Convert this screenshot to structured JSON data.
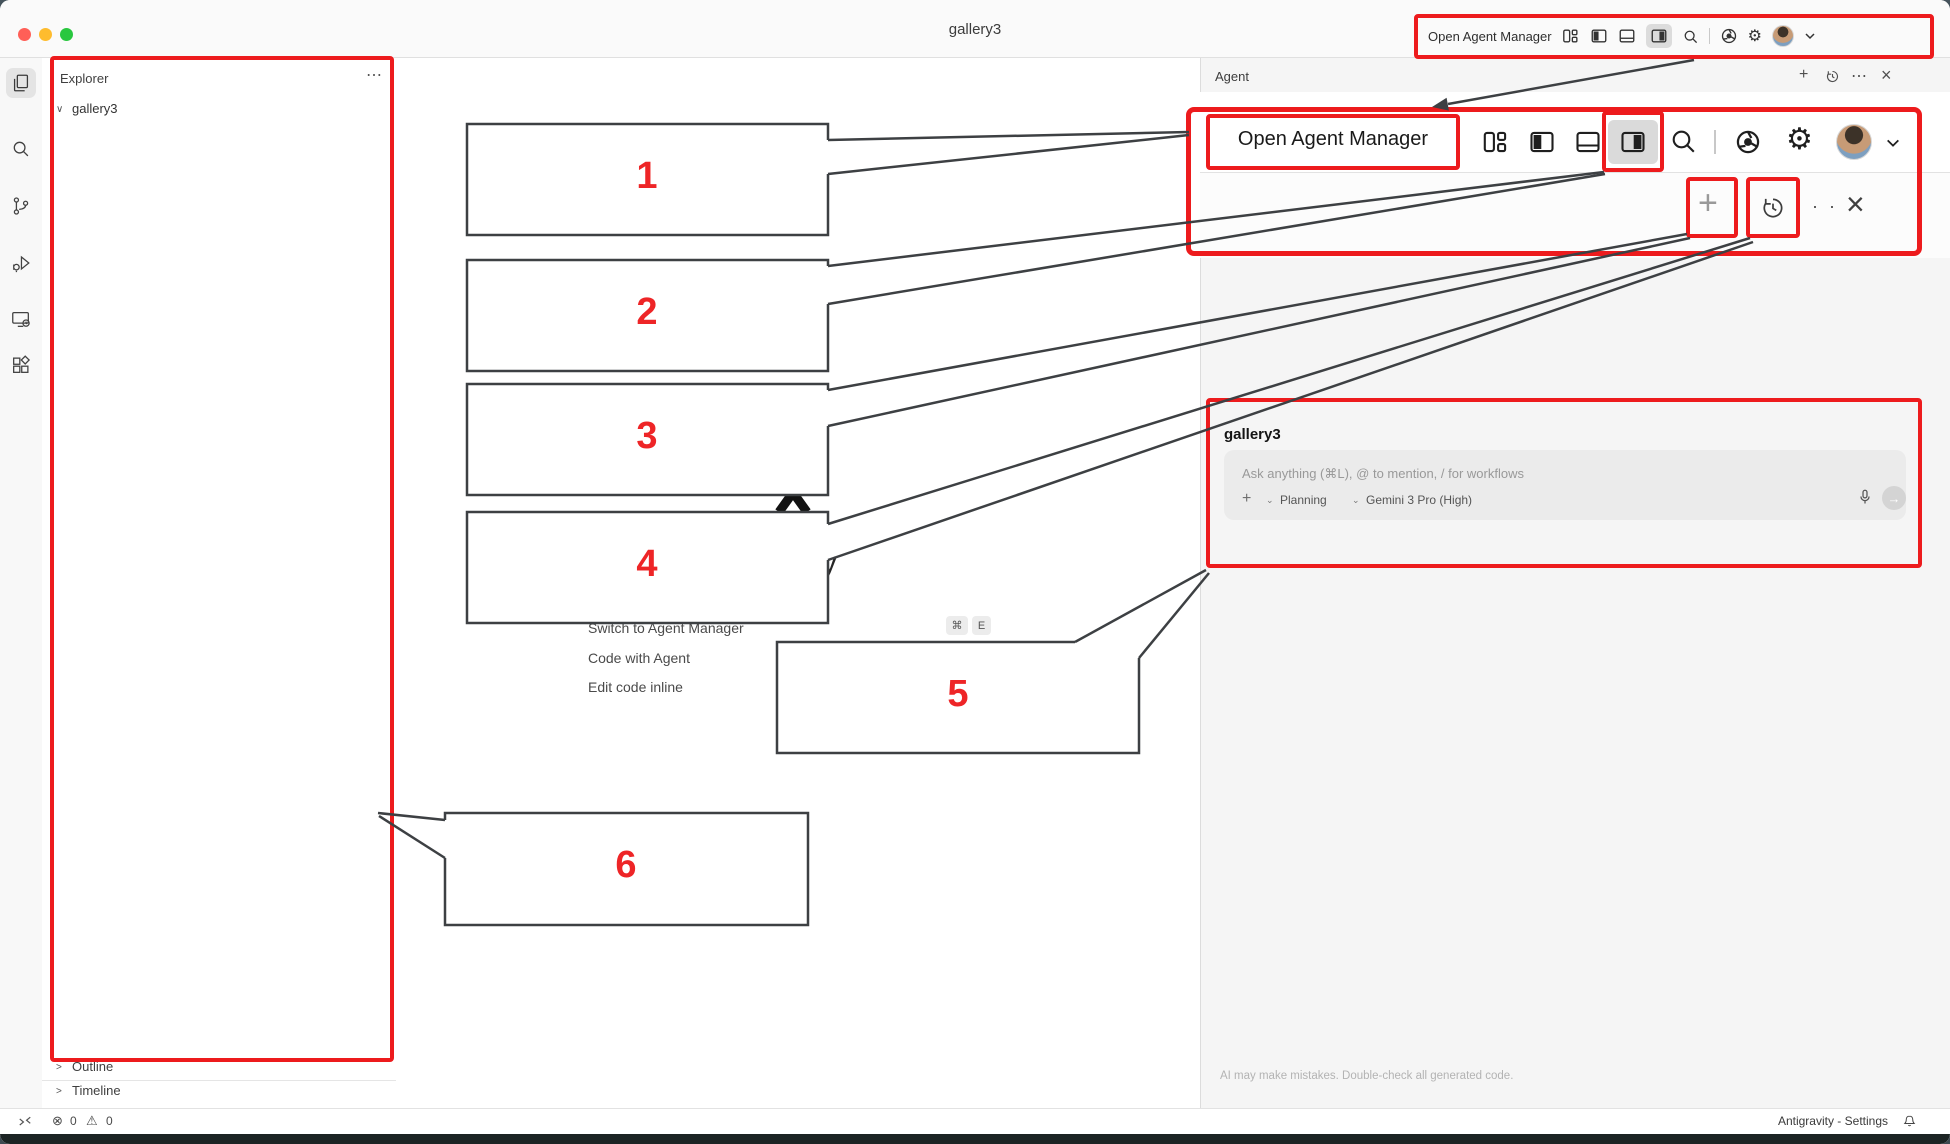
{
  "window": {
    "title": "gallery3"
  },
  "title_bar": {
    "open_agent_manager_label": "Open Agent Manager"
  },
  "explorer": {
    "title": "Explorer",
    "root_item": "gallery3",
    "sections": {
      "outline": "Outline",
      "timeline": "Timeline"
    }
  },
  "welcome": {
    "visible_title_fragment": "y",
    "menu": [
      {
        "label": "Switch to Agent Manager",
        "key_1": "⌘",
        "key_2": "E"
      },
      {
        "label": "Code with Agent"
      },
      {
        "label": "Edit code inline"
      }
    ]
  },
  "agent_panel": {
    "title": "Agent",
    "magnified_screenshot": {
      "open_agent_manager_label": "Open Agent Manager"
    },
    "chat": {
      "title": "gallery3",
      "input_placeholder": "Ask anything (⌘L), @ to mention, / for workflows",
      "mode_selector": "Planning",
      "model_selector": "Gemini 3 Pro (High)"
    },
    "disclaimer": "AI may make mistakes. Double-check all generated code."
  },
  "status_bar": {
    "error_count": "0",
    "warning_count": "0",
    "right_label": "Antigravity - Settings"
  },
  "callouts": [
    "1",
    "2",
    "3",
    "4",
    "5",
    "6"
  ],
  "glyphs": {
    "overflow": "⋯",
    "chevron_down": "∨",
    "chevron_right": ">",
    "chevron_small": "⌄",
    "gear": "⚙",
    "plus": "+",
    "close": "×",
    "dots_pair": "· ·",
    "error": "⊗",
    "warning": "⚠",
    "send_arrow": "→"
  },
  "colors": {
    "annotation_red": "#ed1b1d",
    "callout_number_red": "#ee2527",
    "callout_line": "#3d4043"
  }
}
